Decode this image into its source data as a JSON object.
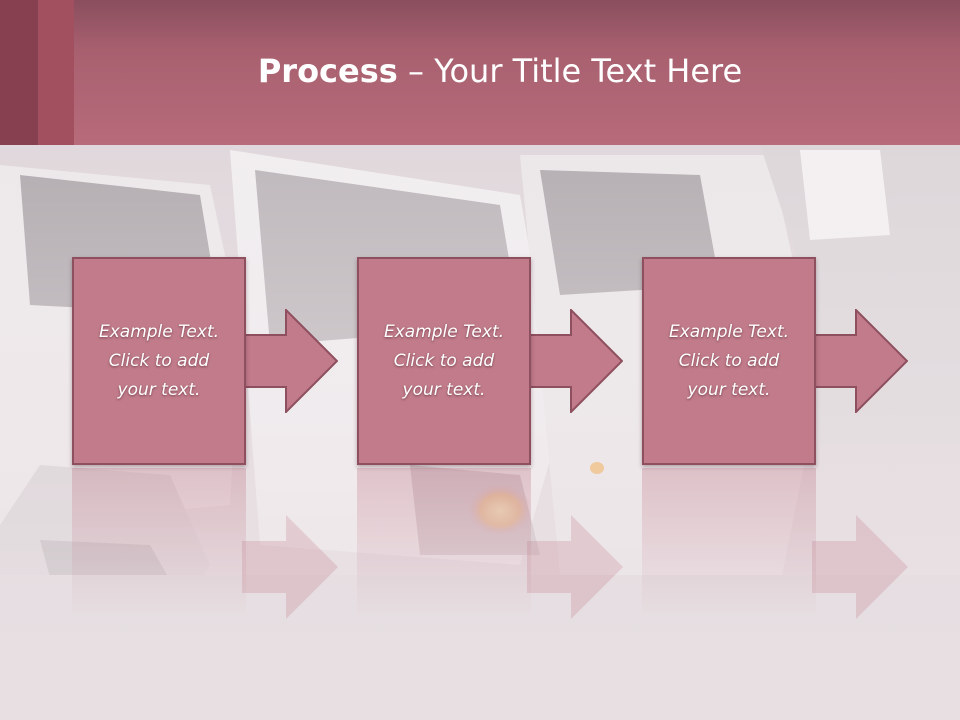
{
  "slide": {
    "title_bold": "Process",
    "title_rest": " – Your Title Text Here",
    "steps": [
      {
        "text": "Example Text.\nClick  to add\nyour text."
      },
      {
        "text": "Example Text.\nClick  to add\nyour text."
      },
      {
        "text": "Example Text.\nClick  to add\nyour text."
      }
    ]
  },
  "colors": {
    "header": "#b76b7b",
    "box_fill": "#c17b8a",
    "box_border": "#8e4f5e",
    "text": "#ffffff"
  }
}
